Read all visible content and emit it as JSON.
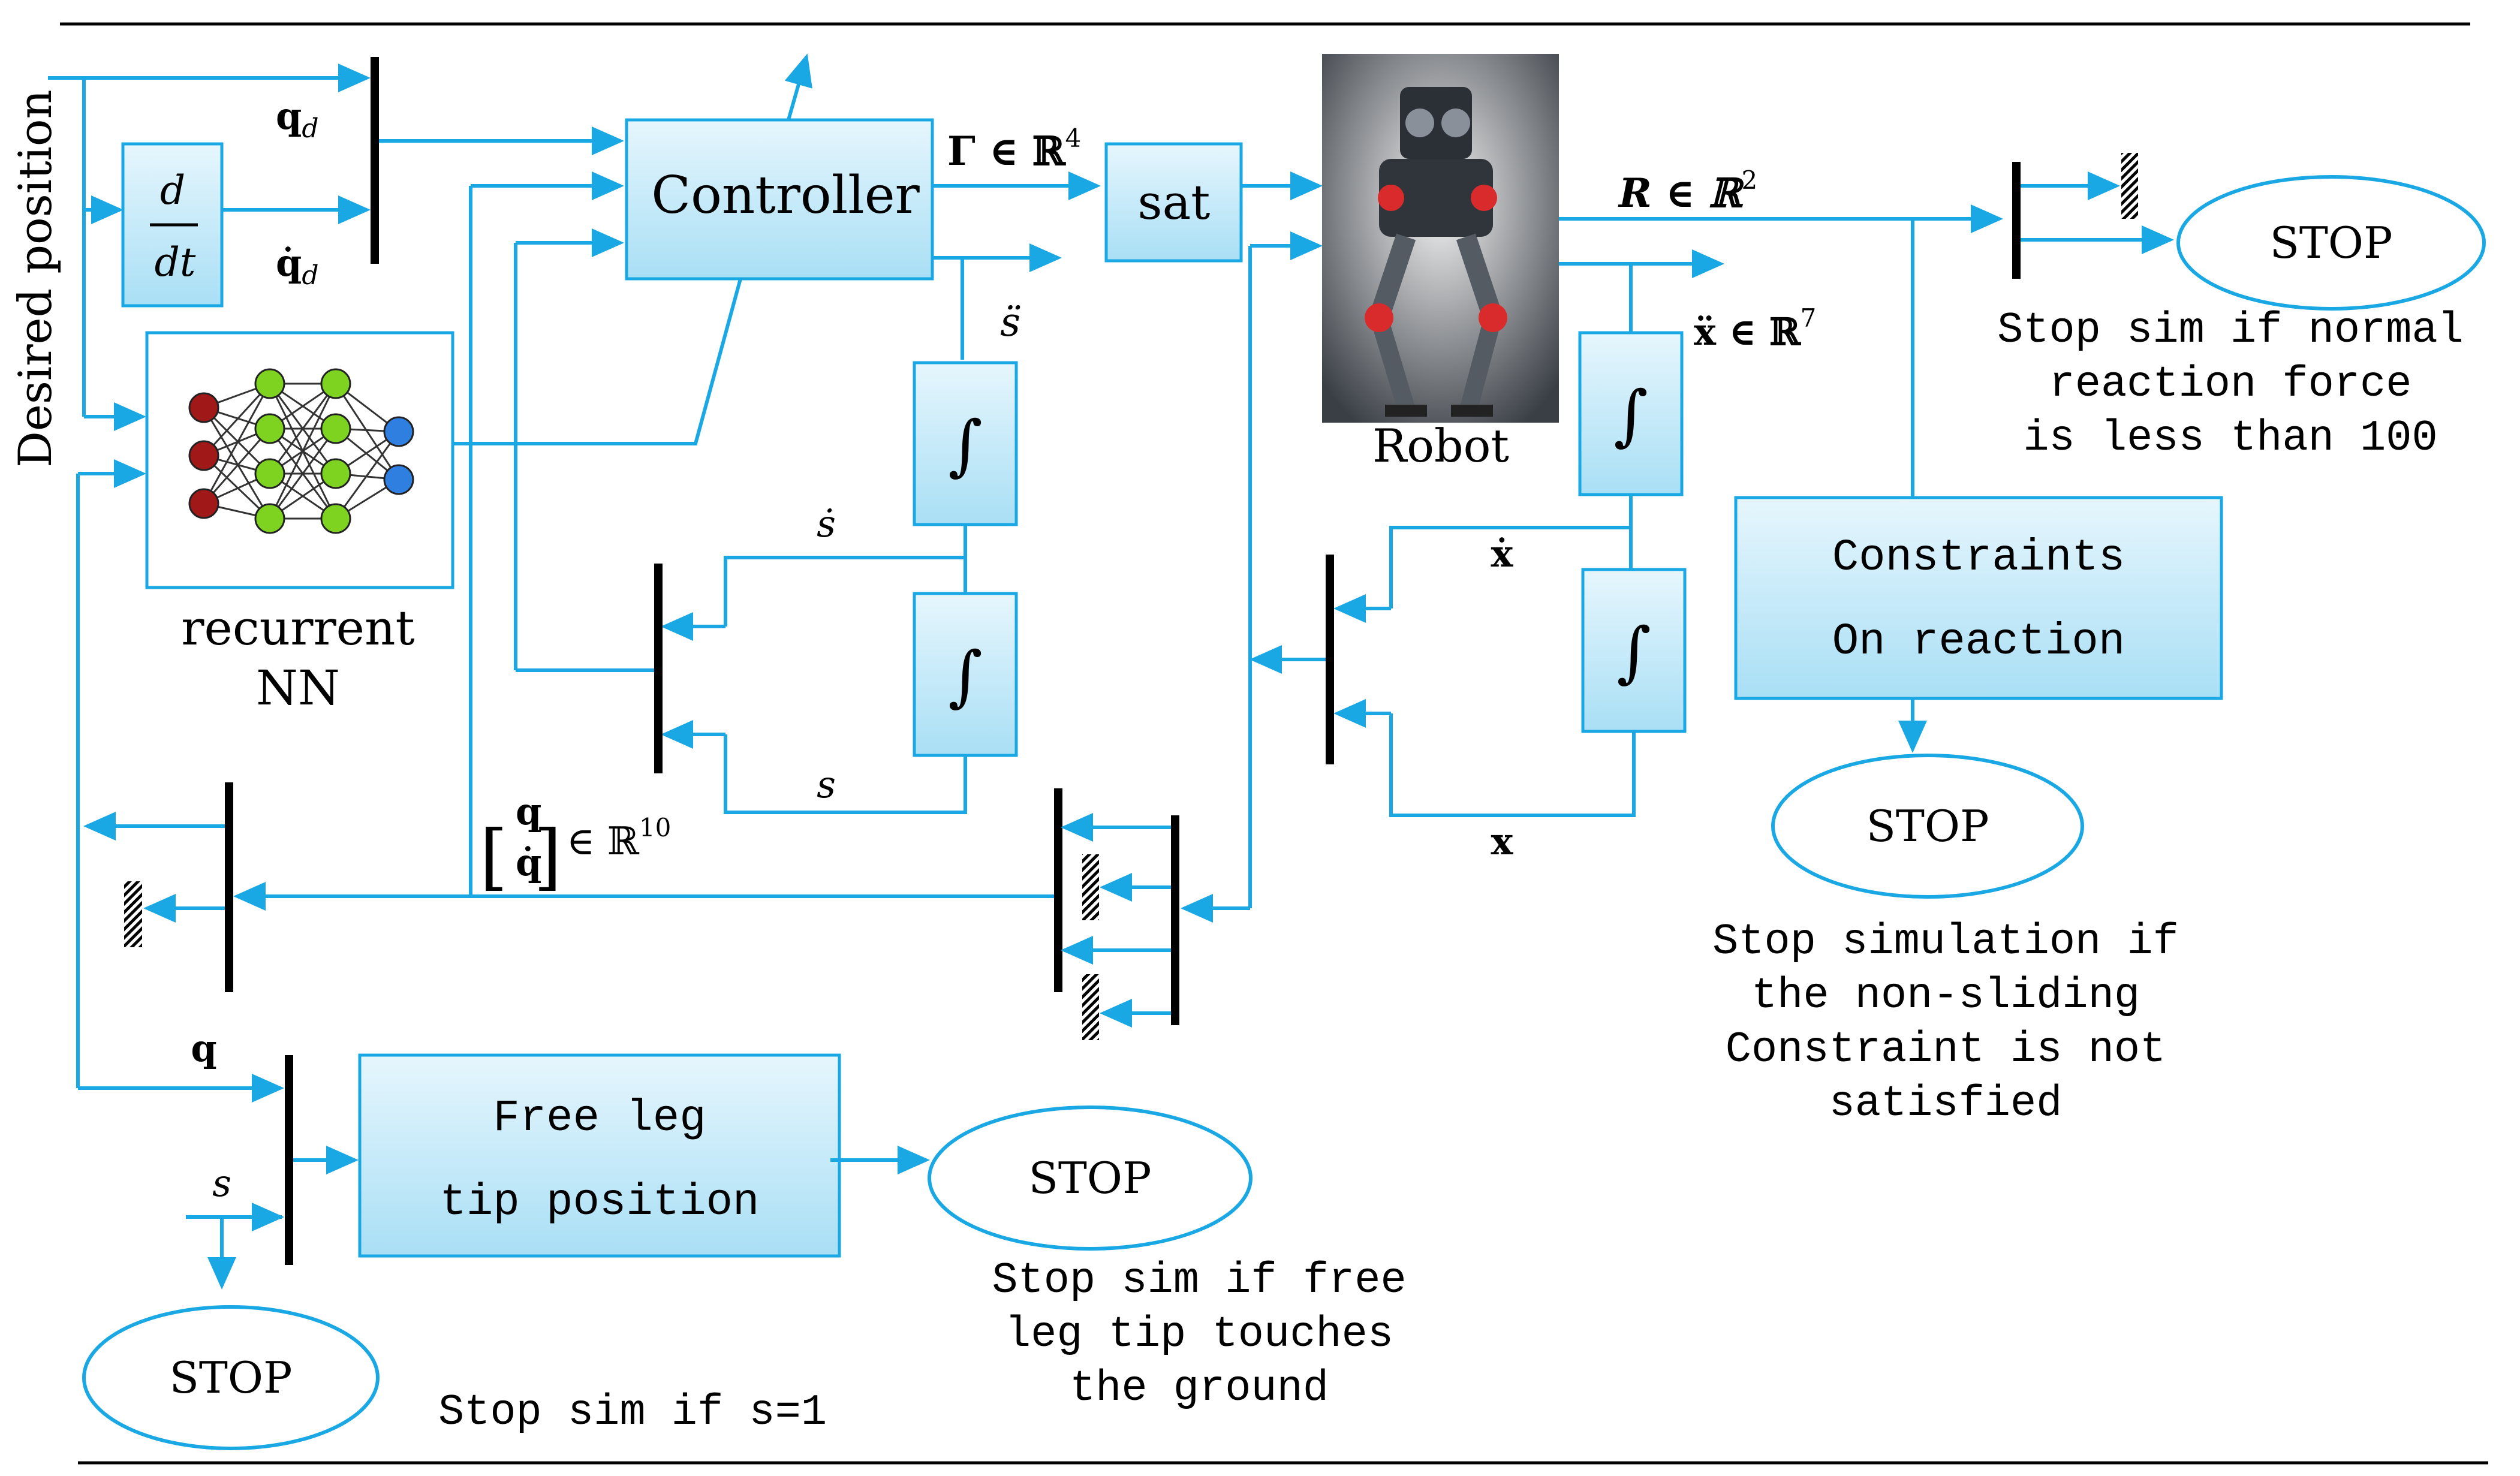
{
  "labels": {
    "desired_position": "Desired position",
    "qd": "q",
    "qd_sub": "d",
    "qd_dot": "q̇",
    "qd_dot_sub": "d",
    "deriv_num": "d",
    "deriv_den": "dt",
    "controller": "Controller",
    "gamma": "Γ ∈ ℝ",
    "gamma_exp": "4",
    "sat": "sat",
    "robot": "Robot",
    "R_label": "R ∈ ℝ",
    "R_exp": "2",
    "xdd_label": "ẍ ∈ ℝ",
    "xdd_exp": "7",
    "sdd": "s̈",
    "sd": "ṡ",
    "s": "s",
    "integral": "∫",
    "xd": "ẋ",
    "x": "x",
    "qvec": "q",
    "qvec_dot": "q̇",
    "qvec_in": "∈ ℝ",
    "qvec_exp": "10",
    "q": "q",
    "s_low": "s",
    "recurrent": "recurrent",
    "nn": "NN",
    "constraints_l1": "Constraints",
    "constraints_l2": "On reaction",
    "freeleg_l1": "Free leg",
    "freeleg_l2": "tip position",
    "stop": "STOP",
    "stop_note_top": [
      "Stop sim if normal",
      "reaction force",
      "is less than 100"
    ],
    "stop_note_mid": [
      "Stop simulation if",
      "the non-sliding",
      "Constraint is not",
      "satisfied"
    ],
    "stop_note_leg": [
      "Stop sim if free",
      "leg tip touches",
      "the ground"
    ],
    "stop_note_s": "Stop sim if s=1"
  },
  "colors": {
    "signal_line": "#19a8e3",
    "block_fill_top": "#e6f6fd",
    "block_fill_bottom": "#a9dff5",
    "mux_bar": "#000000"
  },
  "icons": {
    "robot_photo": "humanoid-robot-image",
    "neural_net": "neural-network-icon",
    "terminator": "hatched-terminator-icon"
  }
}
